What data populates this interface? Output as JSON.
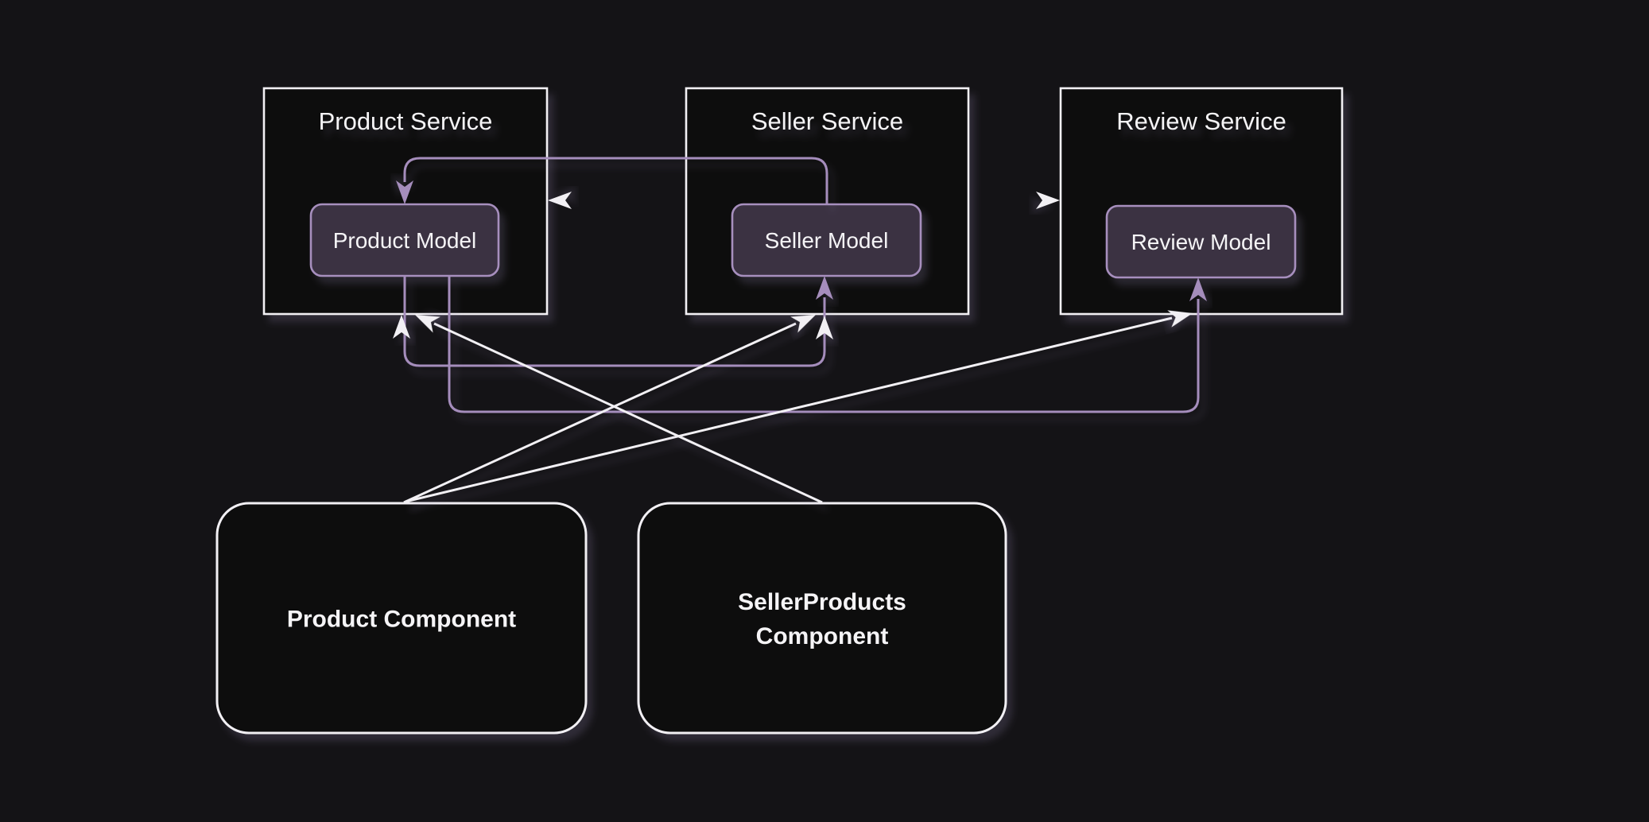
{
  "diagram": {
    "services": [
      {
        "id": "product_service",
        "label": "Product Service",
        "model": {
          "id": "product_model",
          "label": "Product Model"
        }
      },
      {
        "id": "seller_service",
        "label": "Seller Service",
        "model": {
          "id": "seller_model",
          "label": "Seller Model"
        }
      },
      {
        "id": "review_service",
        "label": "Review Service",
        "model": {
          "id": "review_model",
          "label": "Review Model"
        }
      }
    ],
    "components": [
      {
        "id": "product_component",
        "lines": [
          "Product Component"
        ]
      },
      {
        "id": "sellerproducts_component",
        "lines": [
          "SellerProducts",
          "Component"
        ]
      }
    ],
    "edges": [
      {
        "from": "seller_model",
        "to": "product_model",
        "kind": "model"
      },
      {
        "from": "product_model",
        "to": "seller_model",
        "kind": "model"
      },
      {
        "from": "product_model",
        "to": "review_model",
        "kind": "model"
      },
      {
        "from": "seller_service",
        "to": "product_service",
        "kind": "service"
      },
      {
        "from": "seller_service",
        "to": "review_service",
        "kind": "service"
      },
      {
        "from": "product_component",
        "to": "product_service",
        "kind": "component"
      },
      {
        "from": "product_component",
        "to": "seller_service",
        "kind": "component"
      },
      {
        "from": "product_component",
        "to": "review_service",
        "kind": "component"
      },
      {
        "from": "sellerproducts_component",
        "to": "product_service",
        "kind": "component"
      },
      {
        "from": "sellerproducts_component",
        "to": "seller_service",
        "kind": "component"
      }
    ],
    "colors": {
      "background": "#141316",
      "model_edge": "#a58dbc",
      "service_edge": "#f2f0f4",
      "box_border": "#f2f0f4",
      "model_border": "#a78fbe",
      "model_fill": "#3b3343",
      "service_fill": "#0b0a0d",
      "component_fill": "#0c0b0e",
      "text": "#f5f4f6"
    }
  }
}
